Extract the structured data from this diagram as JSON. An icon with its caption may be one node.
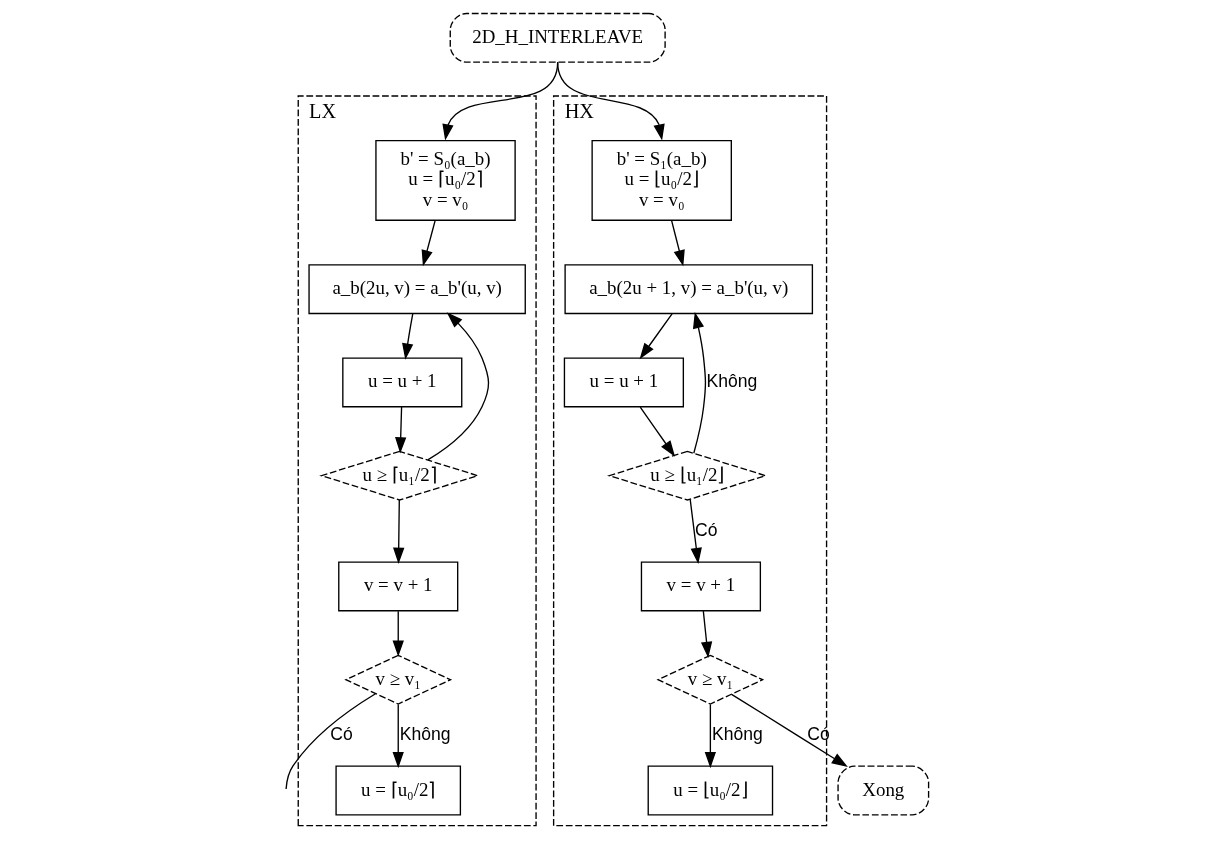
{
  "diagram": {
    "nodes": [
      {
        "text": [
          "2D_H_INTERLEAVE"
        ]
      },
      {
        "text": [
          "LX"
        ]
      },
      {
        "text": [
          "b' = S₀(a_b)",
          "u = ⌈u₀/2⌉",
          "v = v₀"
        ],
        "in": 1
      },
      {
        "text": [
          "a_b(2u, v) = a_b'(u, v)"
        ],
        "in": 1
      },
      {
        "text": [
          "u = u + 1"
        ],
        "in": 1
      },
      {
        "text": [
          "u ≥ ⌈u₁/2⌉"
        ],
        "in": 1
      },
      {
        "text": [
          "u = ⌈u₀/2⌉"
        ],
        "in": 1
      },
      {
        "text": [
          "v = v + 1"
        ],
        "in": 1
      },
      {
        "text": [
          "v ≥ v₁"
        ],
        "in": 1
      },
      {
        "text": [
          "HX"
        ]
      },
      {
        "text": [
          "b' = S₁(a_b)",
          "u = ⌊u₀/2⌋",
          "v = v₀"
        ],
        "in": 9
      },
      {
        "text": [
          "a_b(2u + 1, v) = a_b'(u, v)"
        ],
        "in": 9
      },
      {
        "text": [
          "u = u + 1"
        ],
        "in": 9
      },
      {
        "text": [
          "u ≥ ⌊u₁/2⌋"
        ],
        "in": 9
      },
      {
        "text": [
          "u = ⌊u₀/2⌋"
        ],
        "in": 9
      },
      {
        "text": [
          "v = v + 1"
        ],
        "in": 9
      },
      {
        "text": [
          "v ≥ v₁"
        ],
        "in": 9
      },
      {
        "text": [
          "Xong"
        ]
      }
    ],
    "edges": [
      {
        "from": 0,
        "to": 2,
        "arrow": "to"
      },
      {
        "from": 0,
        "to": 10,
        "arrow": "to"
      },
      {
        "from": 2,
        "to": 3,
        "arrow": "to"
      },
      {
        "from": 3,
        "to": 4,
        "arrow": "to"
      },
      {
        "from": 4,
        "to": 5,
        "arrow": "to"
      },
      {
        "from": 5,
        "to": 3,
        "arrow": "to"
      },
      {
        "from": 5,
        "to": 7,
        "arrow": "to"
      },
      {
        "from": 7,
        "to": 8,
        "arrow": "to"
      },
      {
        "from": 8,
        "to": 6,
        "label": "Không",
        "arrow": "to"
      },
      {
        "from": 8,
        "to": null,
        "label": "Có",
        "arrow": "none"
      },
      {
        "from": 10,
        "to": 11,
        "arrow": "to"
      },
      {
        "from": 11,
        "to": 12,
        "arrow": "to"
      },
      {
        "from": 12,
        "to": 13,
        "arrow": "to"
      },
      {
        "from": 13,
        "to": 11,
        "label": "Không",
        "arrow": "to"
      },
      {
        "from": 13,
        "to": 15,
        "label": "Có",
        "arrow": "to"
      },
      {
        "from": 15,
        "to": 16,
        "arrow": "to"
      },
      {
        "from": 16,
        "to": 14,
        "label": "Không",
        "arrow": "to"
      },
      {
        "from": 16,
        "to": 17,
        "label": "Có",
        "arrow": "to"
      }
    ]
  }
}
